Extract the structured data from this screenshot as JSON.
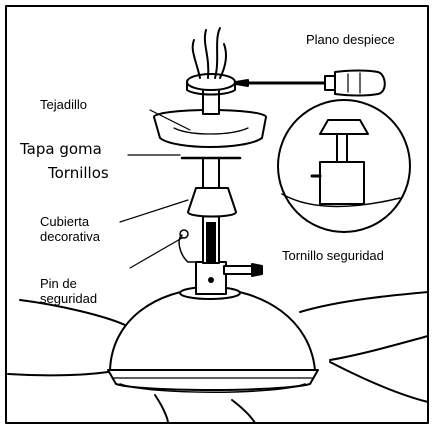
{
  "diagram": {
    "title": "Plano despiece",
    "labels": {
      "canopy": "Tejadillo",
      "rubber_cap": "Tapa goma",
      "screws": "Tornillos",
      "decorative_cover": "Cubierta decorativa",
      "safety_pin": "Pin de seguridad",
      "safety_screw": "Tornillo seguridad"
    }
  },
  "colors": {
    "line": "#000000",
    "background": "#ffffff"
  }
}
